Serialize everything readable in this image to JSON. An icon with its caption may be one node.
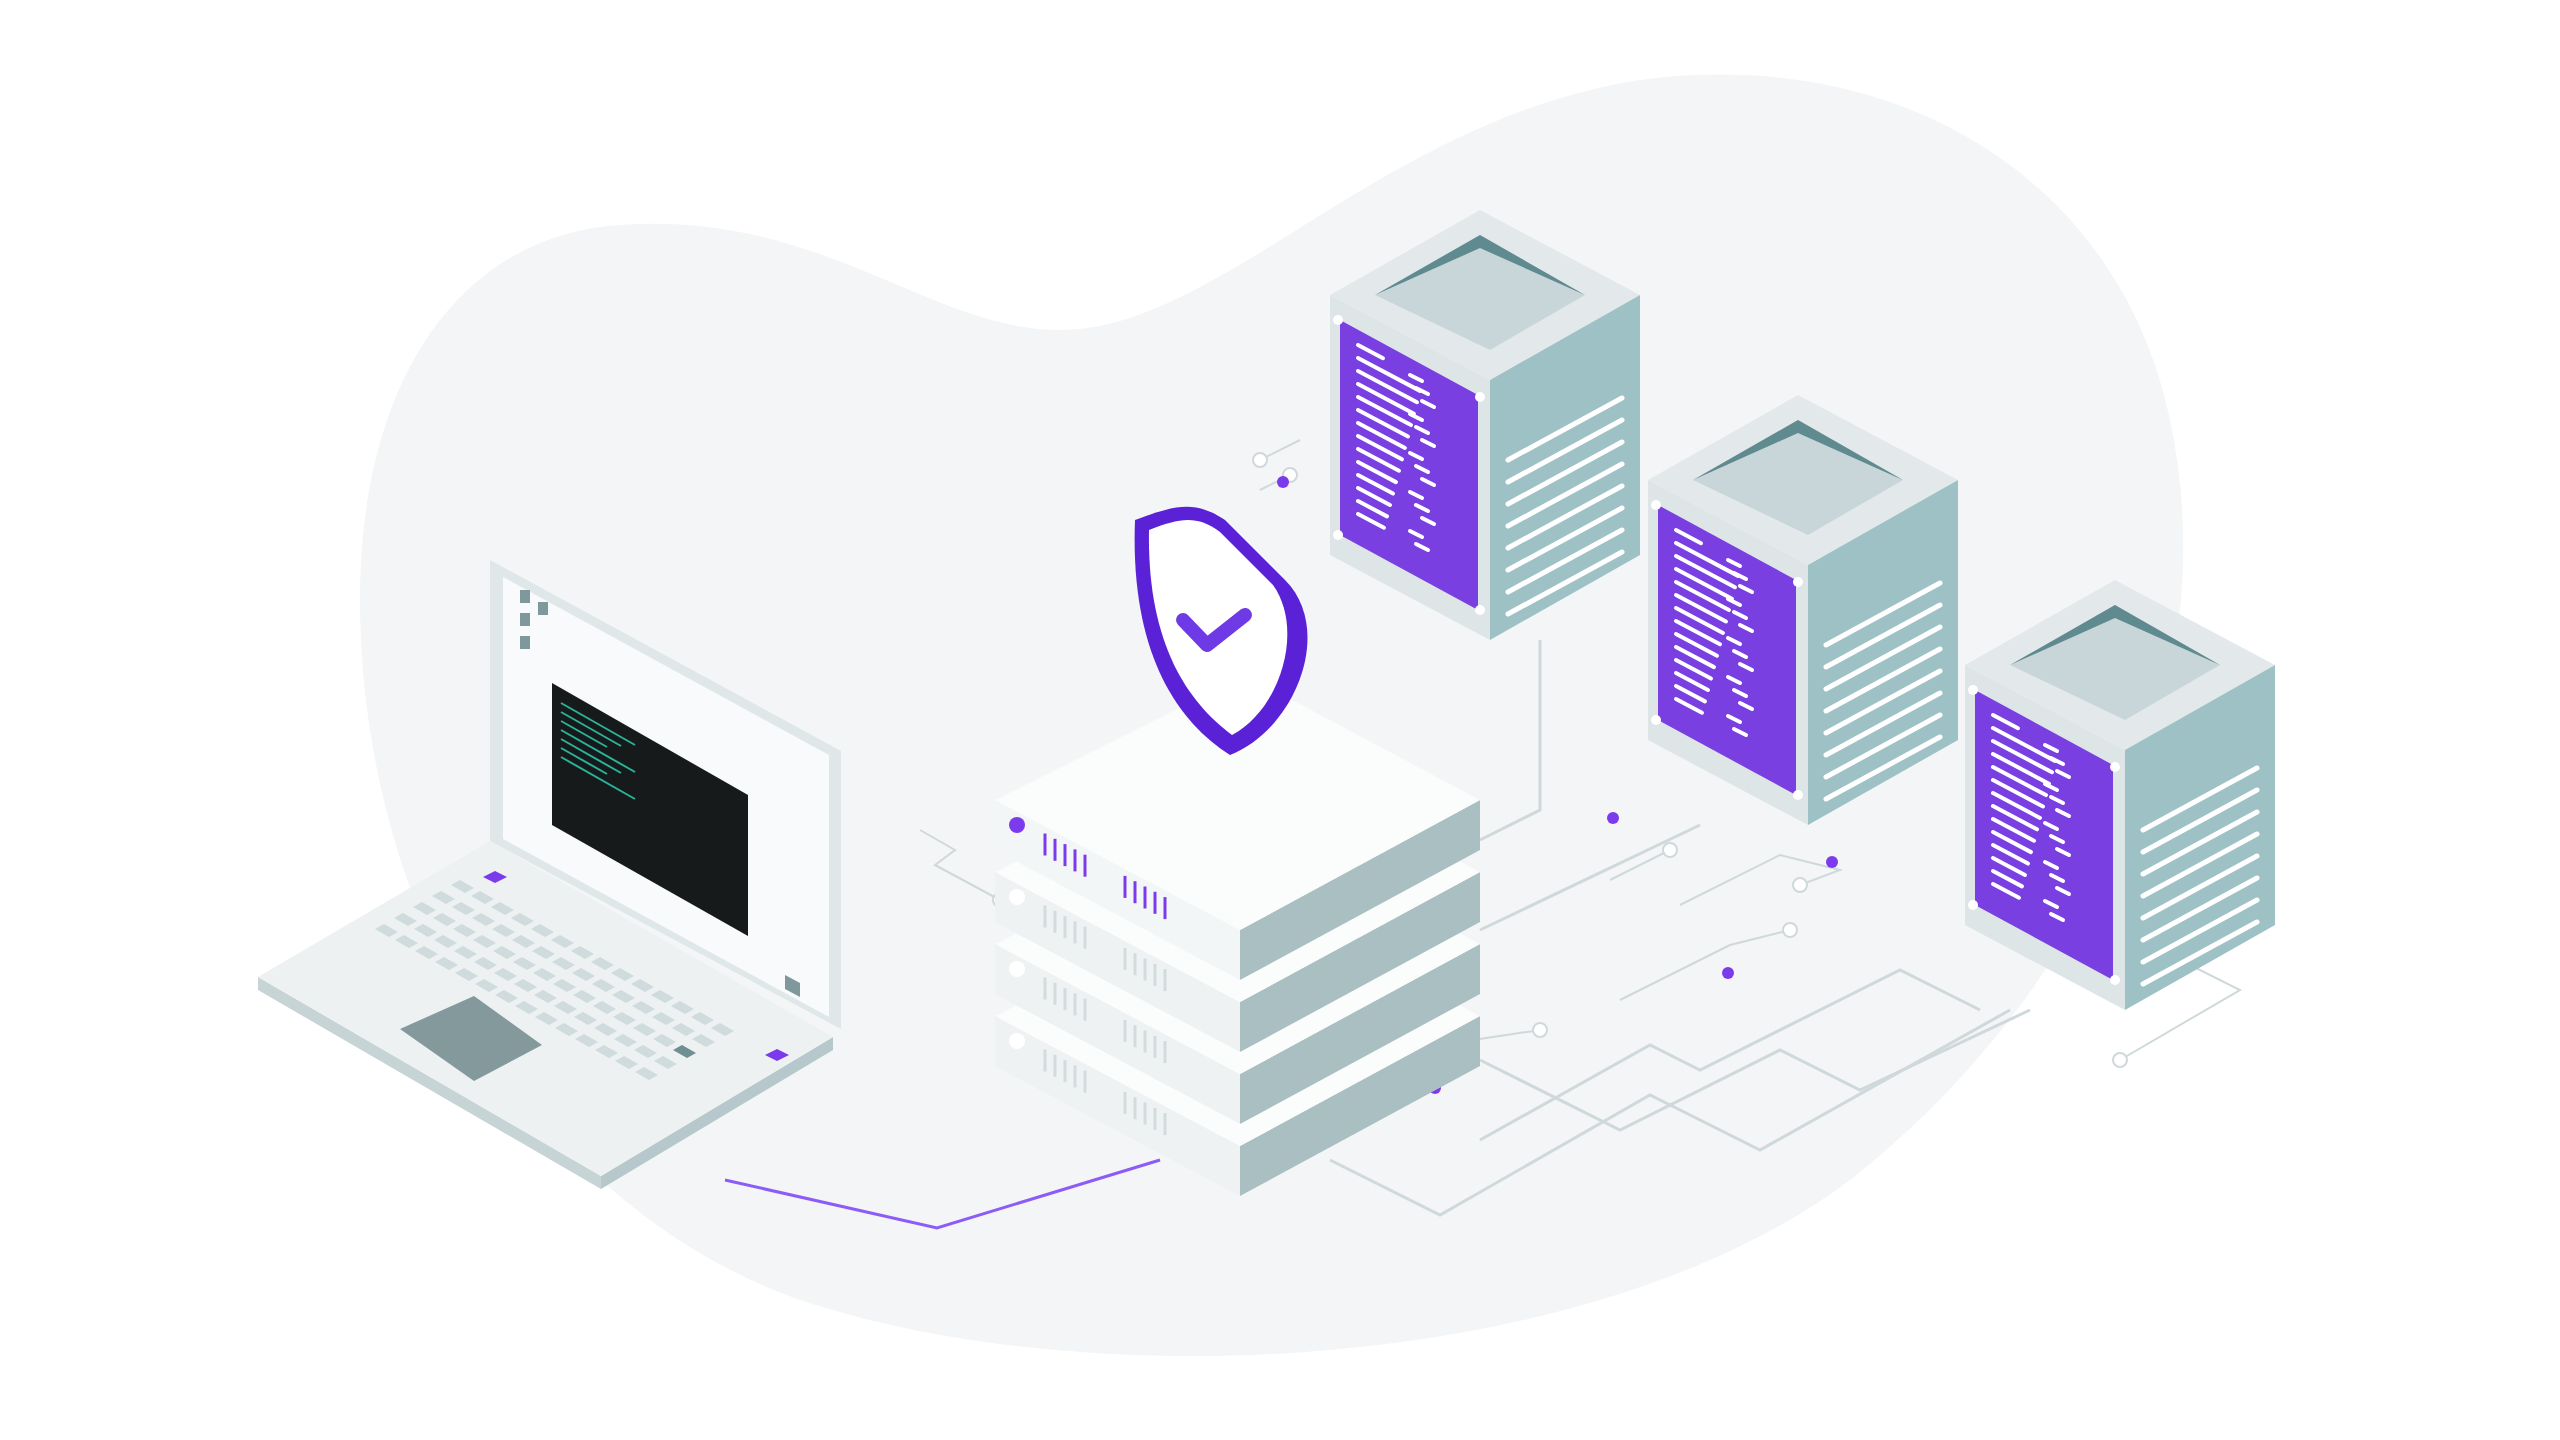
{
  "diagram": {
    "nodes": [
      {
        "text": [],
        "shape": "picture"
      },
      {
        "text": [],
        "shape": "picture"
      },
      {
        "text": [],
        "shape": "picture"
      },
      {
        "text": [],
        "shape": "picture"
      },
      {
        "text": [],
        "shape": "picture"
      }
    ],
    "edges": [
      {
        "from": 0,
        "to": 1,
        "arrow": "none",
        "color": "#8b5cf6"
      },
      {
        "from": 1,
        "to": 2,
        "arrow": "none"
      },
      {
        "from": 1,
        "to": 3,
        "arrow": "none"
      },
      {
        "from": 1,
        "to": 4,
        "arrow": "none"
      },
      {
        "from": 1,
        "to": 4,
        "arrow": "none"
      },
      {
        "from": 1,
        "to": 4,
        "arrow": "none"
      }
    ]
  }
}
